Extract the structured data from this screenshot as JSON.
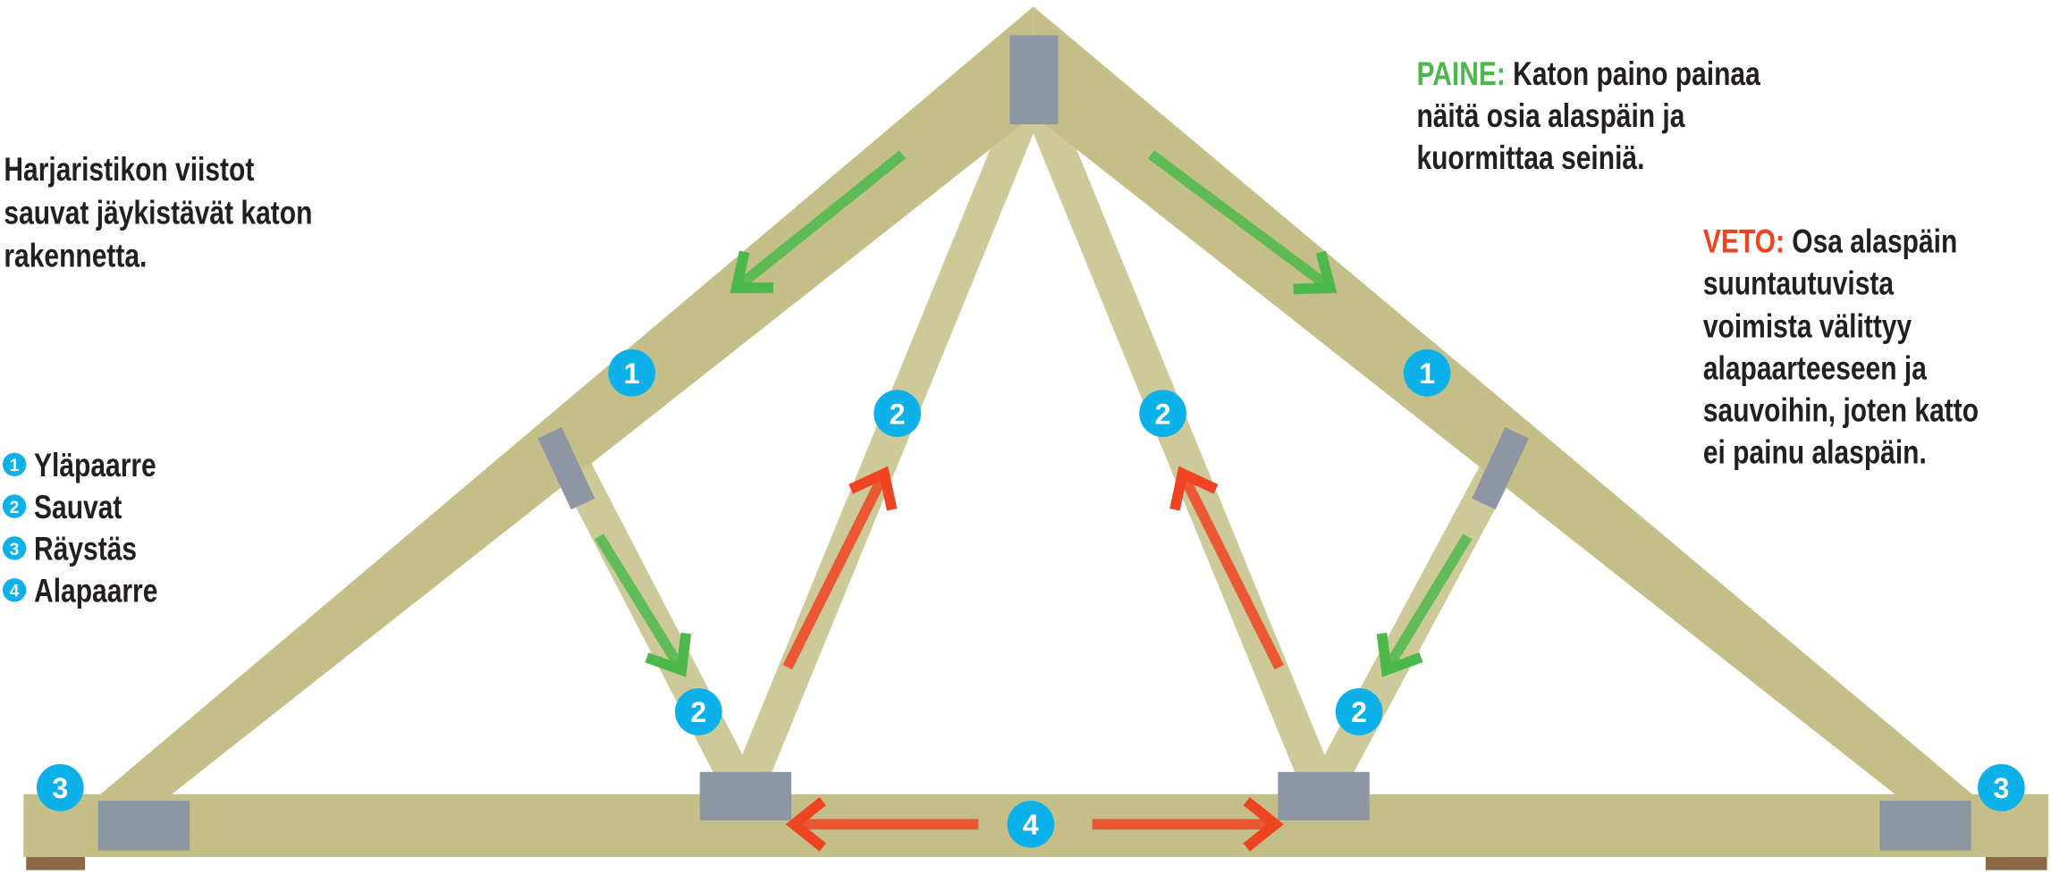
{
  "intro_text": [
    "Harjaristikon viistot",
    "sauvat jäykistävät katon",
    "rakennetta."
  ],
  "legend": [
    {
      "number": "1",
      "label": "Yläpaarre"
    },
    {
      "number": "2",
      "label": "Sauvat"
    },
    {
      "number": "3",
      "label": "Räystäs"
    },
    {
      "number": "4",
      "label": "Alapaarre"
    }
  ],
  "compression": {
    "keyword": "PAINE:",
    "lines": [
      "Katon paino painaa",
      "näitä osia alaspäin ja",
      "kuormittaa seiniä."
    ]
  },
  "tension": {
    "keyword": "VETO:",
    "lines": [
      "Osa alaspäin",
      "suuntautuvista",
      "voimista välittyy",
      "alapaarteeseen ja",
      "sauvoihin, joten katto",
      "ei painu alaspäin."
    ]
  },
  "markers": {
    "top_chord": "1",
    "web": "2",
    "eave": "3",
    "bottom_chord": "4"
  },
  "colors": {
    "wood": "#c4bf88",
    "web_wood": "#cdc998",
    "plate": "#8e96a3",
    "marker": "#0db1ea",
    "compression": "#4cb84c",
    "tension": "#ee4422",
    "foot": "#8b6a45"
  }
}
